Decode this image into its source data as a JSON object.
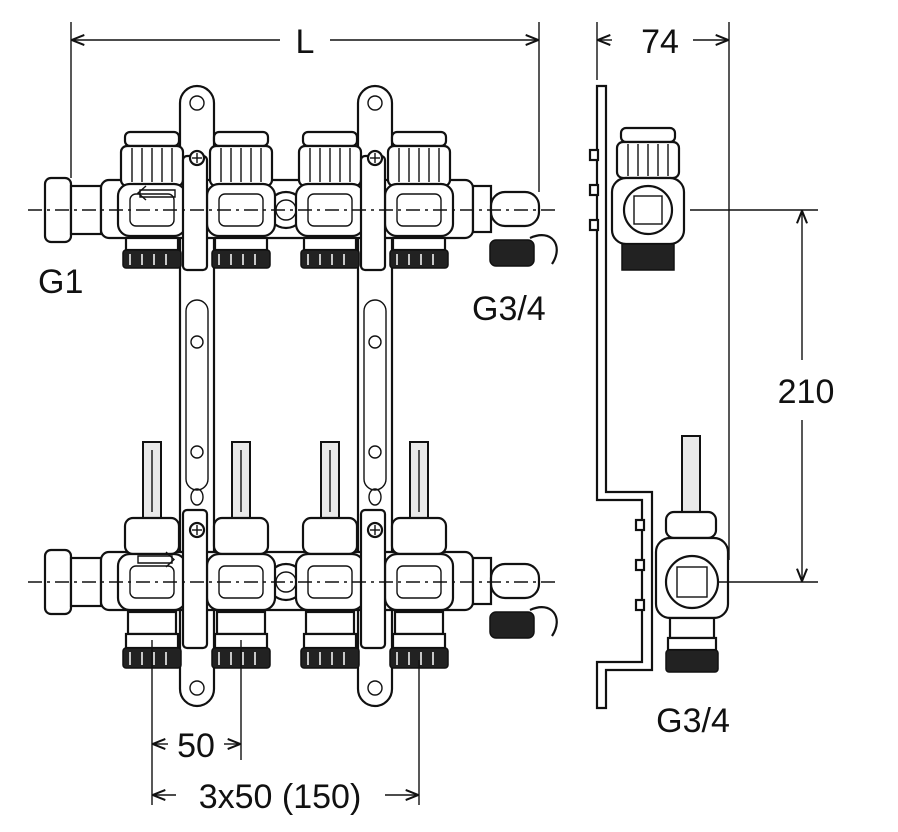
{
  "labels": {
    "length": "L",
    "depth": "74",
    "inlet_thread": "G1",
    "outlet_thread_top": "G3/4",
    "outlet_thread_side": "G3/4",
    "height": "210",
    "pitch": "50",
    "total_pitch": "3x50 (150)"
  },
  "icons": [
    "arrow-icon",
    "screw-icon"
  ]
}
